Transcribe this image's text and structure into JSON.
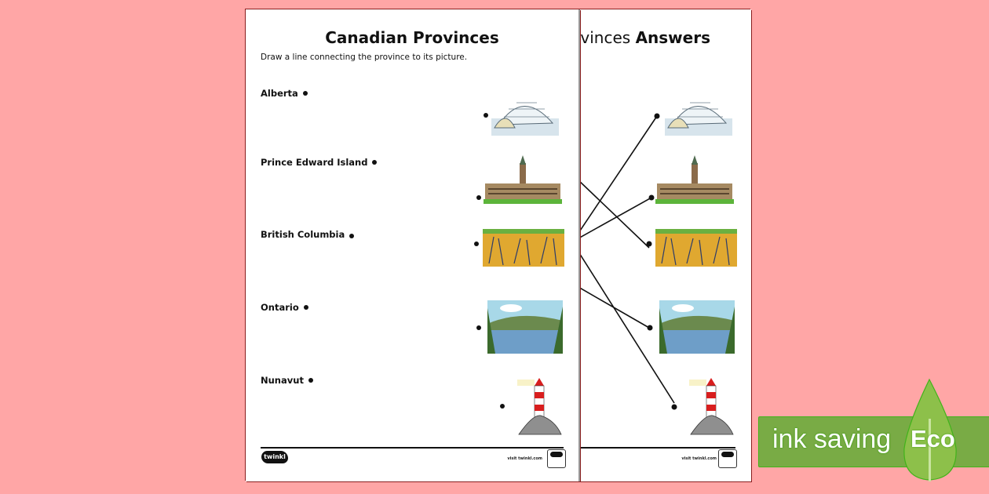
{
  "worksheet": {
    "title": "Canadian Provinces",
    "instruction": "Draw a line connecting the province to its picture.",
    "provinces": [
      {
        "name": "Alberta"
      },
      {
        "name": "Prince Edward Island"
      },
      {
        "name": "British Columbia"
      },
      {
        "name": "Ontario"
      },
      {
        "name": "Nunavut"
      }
    ],
    "pictures": [
      "igloo",
      "parliament",
      "wheat-field",
      "lake-forest",
      "lighthouse"
    ],
    "footer": {
      "logo": "twinkl",
      "visit": "visit twinkl.com"
    }
  },
  "answers": {
    "title_prefix": "vinces",
    "title_bold": "Answers",
    "footer": {
      "visit": "visit twinkl.com"
    }
  },
  "eco_badge": {
    "label": "ink saving",
    "word": "Eco",
    "colors": {
      "bar": "#79ab45",
      "leaf": "#8dc04a",
      "outline": "#41b31a"
    }
  },
  "colors": {
    "background": "#ffa6a6",
    "sheet_border": "#8a1e1e"
  }
}
